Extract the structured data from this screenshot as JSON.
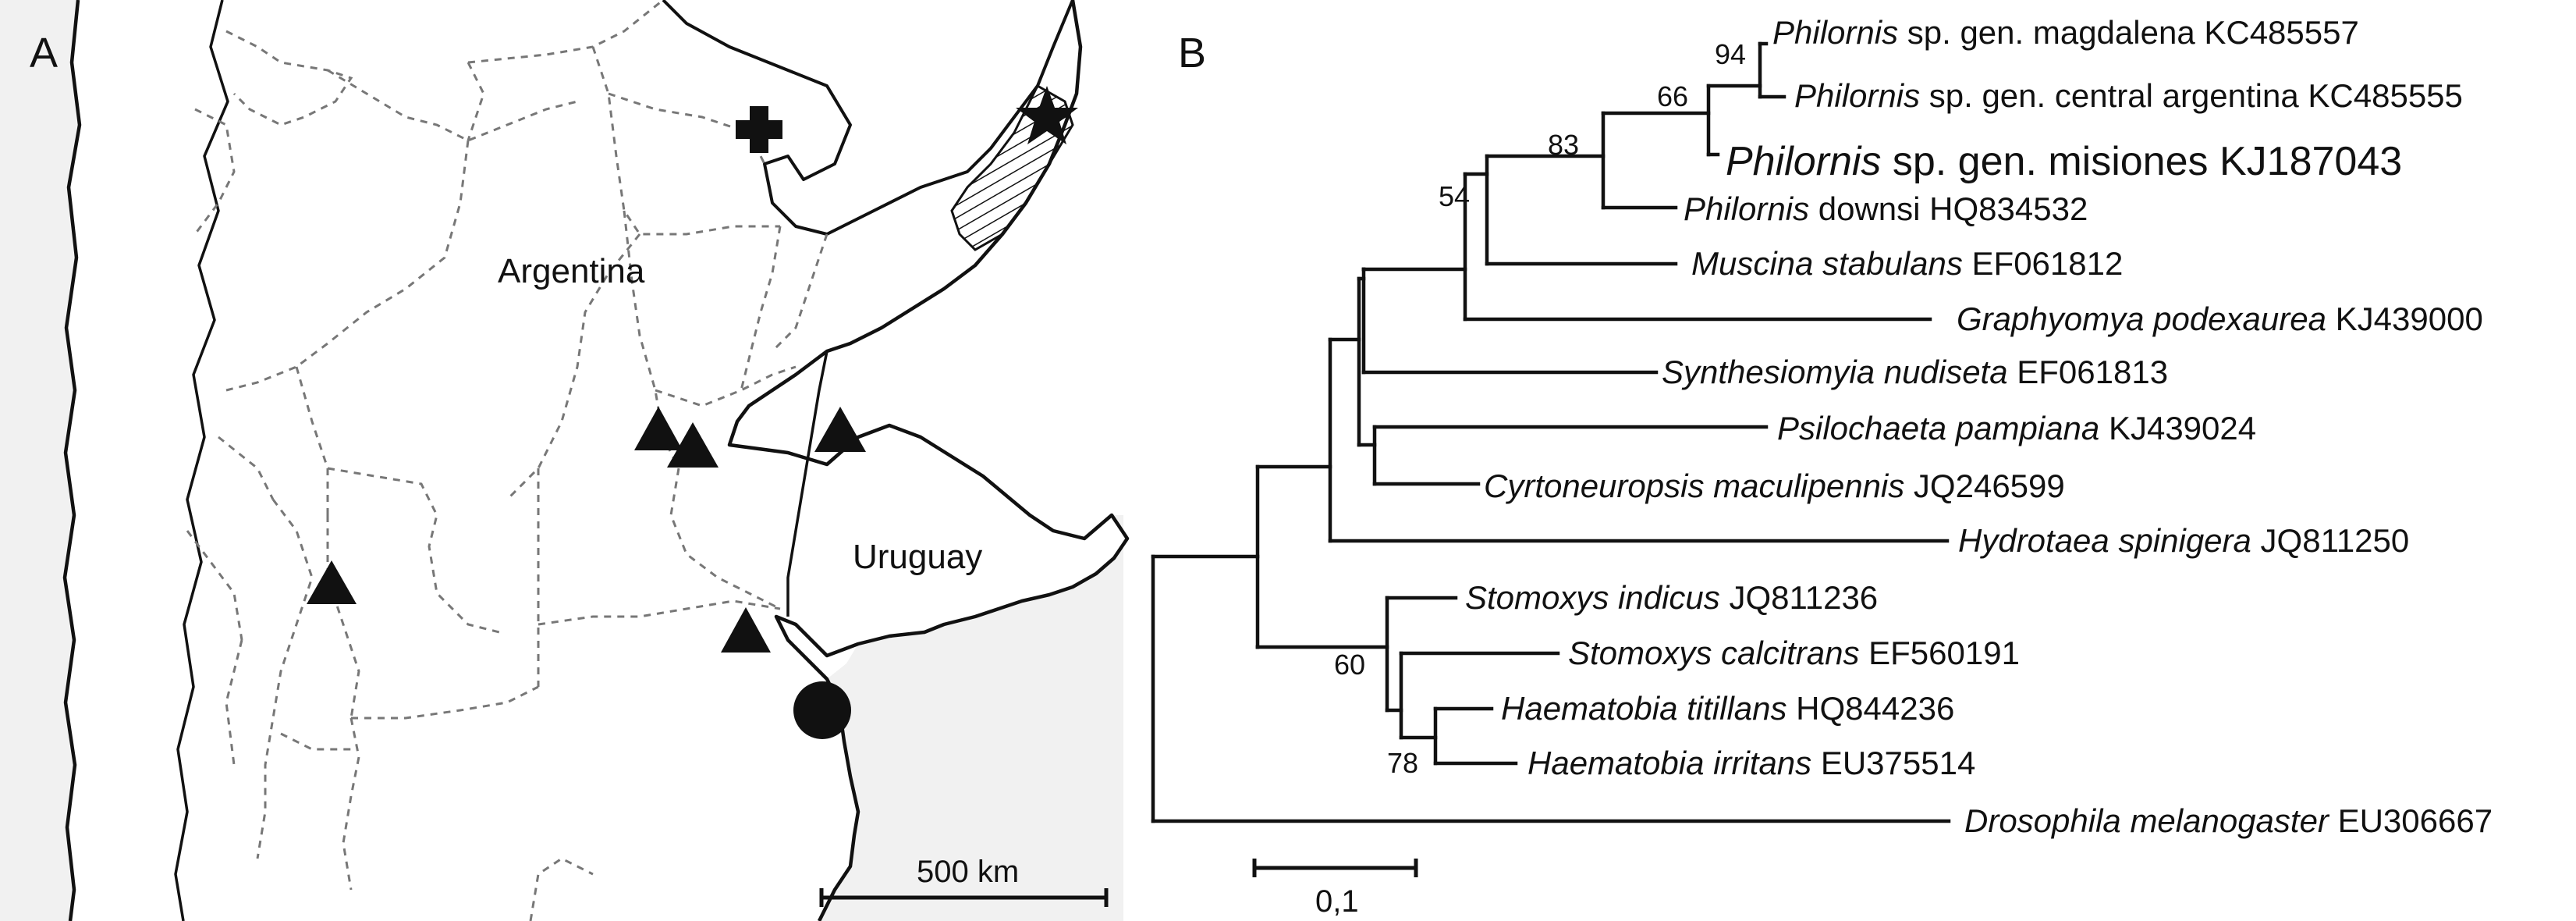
{
  "panels": {
    "a": {
      "letter": "A",
      "country_labels": [
        "Argentina",
        "Uruguay"
      ],
      "scale_bar": {
        "label": "500 km"
      },
      "markers": [
        {
          "shape": "cross"
        },
        {
          "shape": "star"
        },
        {
          "shape": "triangle"
        },
        {
          "shape": "triangle"
        },
        {
          "shape": "triangle"
        },
        {
          "shape": "triangle"
        },
        {
          "shape": "triangle"
        },
        {
          "shape": "circle"
        }
      ]
    },
    "b": {
      "letter": "B",
      "scale_bar": {
        "label": "0,1"
      },
      "taxa": [
        {
          "genus_species": "Philornis",
          "rest": " sp. gen. magdalena KC485557"
        },
        {
          "genus_species": "Philornis",
          "rest": " sp. gen. central argentina KC485555"
        },
        {
          "genus_species": "Philornis",
          "rest": " sp. gen. misiones KJ187043"
        },
        {
          "genus_species": "Philornis",
          "rest": " downsi HQ834532"
        },
        {
          "genus_species": "Muscina stabulans",
          "rest": " EF061812"
        },
        {
          "genus_species": "Graphyomya podexaurea",
          "rest": " KJ439000"
        },
        {
          "genus_species": "Synthesiomyia nudiseta",
          "rest": " EF061813"
        },
        {
          "genus_species": "Psilochaeta pampiana",
          "rest": " KJ439024"
        },
        {
          "genus_species": "Cyrtoneuropsis maculipennis",
          "rest": " JQ246599"
        },
        {
          "genus_species": "Hydrotaea spinigera",
          "rest": " JQ811250"
        },
        {
          "genus_species": "Stomoxys indicus",
          "rest": " JQ811236"
        },
        {
          "genus_species": "Stomoxys calcitrans",
          "rest": " EF560191"
        },
        {
          "genus_species": "Haematobia titillans",
          "rest": " HQ844236"
        },
        {
          "genus_species": "Haematobia irritans",
          "rest": " EU375514"
        },
        {
          "genus_species": "Drosophila melanogaster",
          "rest": " EU306667"
        }
      ],
      "support_values": [
        "94",
        "66",
        "83",
        "54",
        "60",
        "78"
      ]
    }
  }
}
